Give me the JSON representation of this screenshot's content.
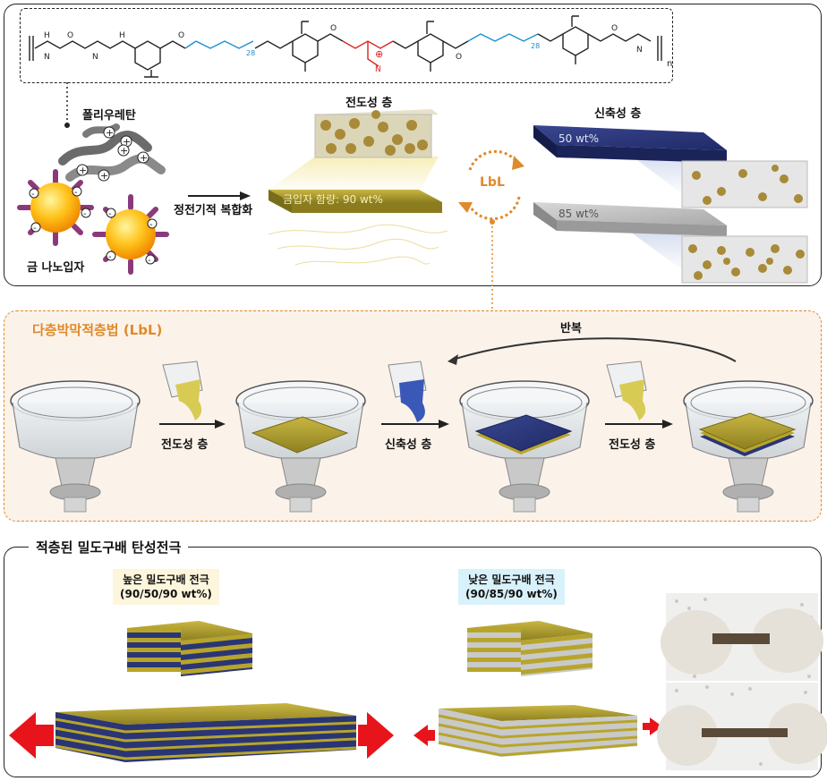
{
  "top": {
    "polyurethane_label": "폴리우레탄",
    "gold_np_label": "금 나노입자",
    "electrostatic_label": "정전기적 복합화",
    "conductive_layer_label": "전도성 층",
    "gold_content_label": "금입자 함량: 90 wt%",
    "lbl_cycle_label": "LbL",
    "stretchable_layer_label": "신축성 층",
    "sheet_50_label": "50 wt%",
    "sheet_85_label": "85 wt%",
    "formula_n": "n",
    "formula_sub_28": "28"
  },
  "middle": {
    "title": "다층박막적층법 (LbL)",
    "repeat_label": "반복",
    "step1_label": "전도성 층",
    "step2_label": "신축성 층",
    "step3_label": "전도성 층"
  },
  "bottom": {
    "title": "적층된 밀도구배 탄성전극",
    "high_gradient_line1": "높은 밀도구배 전극",
    "high_gradient_line2": "(90/50/90 wt%)",
    "low_gradient_line1": "낮은 밀도구배 전극",
    "low_gradient_line2": "(90/85/90 wt%)"
  },
  "colors": {
    "orange_accent": "#e08a2a",
    "navy_layer": "#2a3575",
    "gold_layer": "#b7a52b",
    "silver_layer": "#c9c9c9",
    "red_arrow": "#e8141b",
    "formula_blue": "#1a8fd0",
    "formula_red": "#e02020",
    "high_callout_bg": "#fdf6dd",
    "low_callout_bg": "#d9f1fb"
  }
}
